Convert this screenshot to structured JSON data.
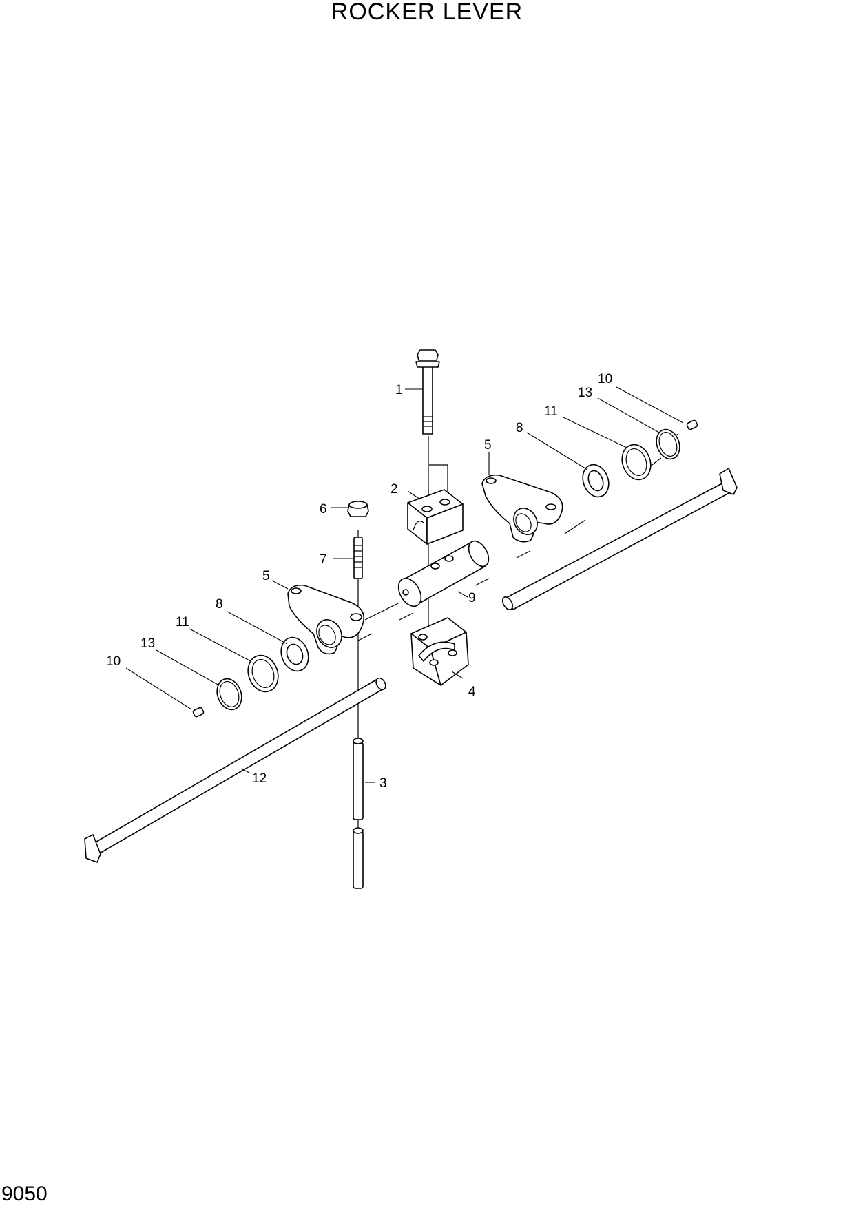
{
  "title": "ROCKER LEVER",
  "page_number": "9050",
  "callouts": {
    "bolt_top": "1",
    "bracket_upper": "2",
    "push_rod": "3",
    "bracket_lower": "4",
    "rocker_arm_right": "5",
    "rocker_arm_left": "5",
    "adjust_nut": "6",
    "adjust_screw": "7",
    "spring_right": "8",
    "spring_left": "8",
    "rocker_shaft": "9",
    "plug_right": "10",
    "plug_left": "10",
    "washer_right": "11",
    "washer_left": "11",
    "push_tube": "12",
    "snap_ring_right": "13",
    "snap_ring_left": "13"
  }
}
